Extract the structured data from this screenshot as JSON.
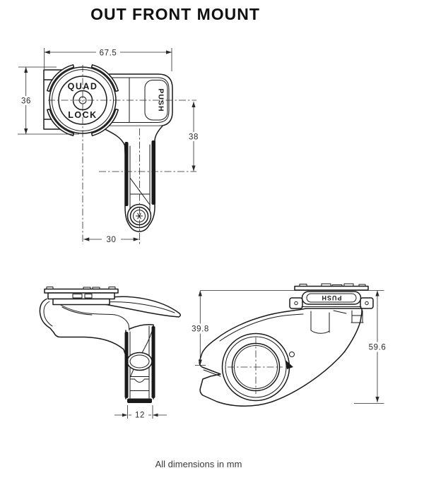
{
  "title": "OUT FRONT MOUNT",
  "footer_note": "All dimensions in mm",
  "branding": {
    "quad": "QUAD",
    "lock": "LOCK",
    "push_top": "PUSH",
    "push_front": "PUSH"
  },
  "dimensions": {
    "overall_width": "67.5",
    "head_height": "36",
    "head_center_to_bar_axis": "38",
    "bar_axis_offset": "30",
    "arm_width": "12",
    "mount_top_to_bar_center": "39.8",
    "overall_height": "59.6"
  },
  "colors": {
    "line": "#1a1a1a",
    "dim": "#2a2a2a",
    "background": "#ffffff"
  }
}
